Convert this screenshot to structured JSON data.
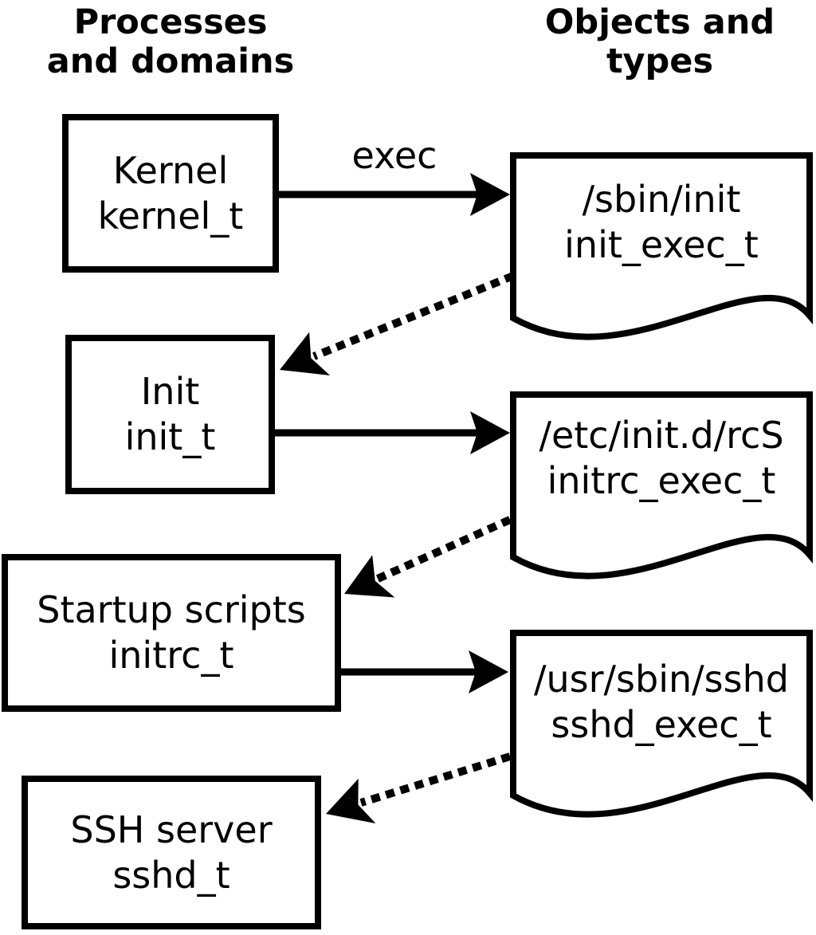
{
  "headers": {
    "left": "Processes\nand domains",
    "right": "Objects and\ntypes"
  },
  "processes": [
    {
      "name": "Kernel",
      "type": "kernel_t"
    },
    {
      "name": "Init",
      "type": "init_t"
    },
    {
      "name": "Startup scripts",
      "type": "initrc_t"
    },
    {
      "name": "SSH server",
      "type": "sshd_t"
    }
  ],
  "objects": [
    {
      "path": "/sbin/init",
      "type": "init_exec_t"
    },
    {
      "path": "/etc/init.d/rcS",
      "type": "initrc_exec_t"
    },
    {
      "path": "/usr/sbin/sshd",
      "type": "sshd_exec_t"
    }
  ],
  "arrow_labels": {
    "exec": "exec"
  },
  "edges": [
    {
      "from": "kernel_t",
      "to": "init_exec_t",
      "style": "solid",
      "label": "exec"
    },
    {
      "from": "init_exec_t",
      "to": "init_t",
      "style": "dotted",
      "label": ""
    },
    {
      "from": "init_t",
      "to": "initrc_exec_t",
      "style": "solid",
      "label": ""
    },
    {
      "from": "initrc_exec_t",
      "to": "initrc_t",
      "style": "dotted",
      "label": ""
    },
    {
      "from": "initrc_t",
      "to": "sshd_exec_t",
      "style": "solid",
      "label": ""
    },
    {
      "from": "sshd_exec_t",
      "to": "sshd_t",
      "style": "dotted",
      "label": ""
    }
  ],
  "colors": {
    "line": "#000000",
    "background": "#ffffff",
    "text": "#000000"
  }
}
